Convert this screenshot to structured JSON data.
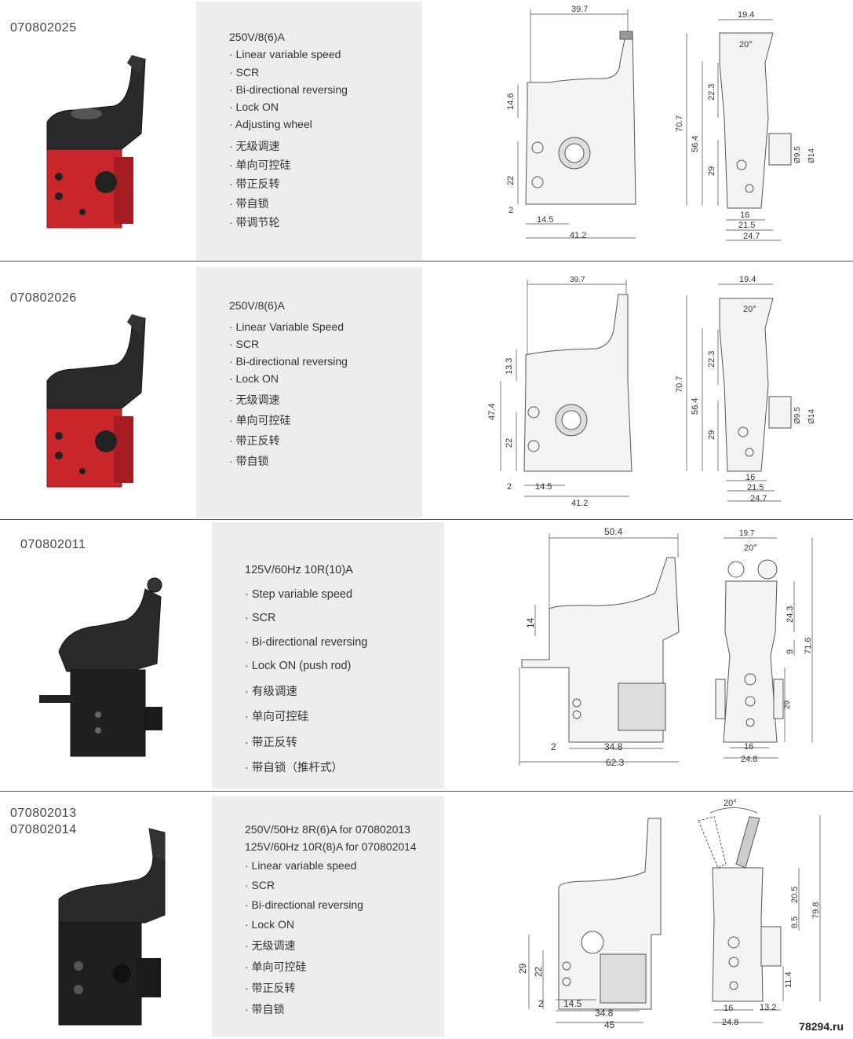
{
  "items": [
    {
      "codes": [
        "070802025"
      ],
      "spec_lines": [
        "250V/8(6)A",
        "· Linear variable speed",
        "· SCR",
        "· Bi-directional reversing",
        "· Lock ON",
        "· Adjusting wheel",
        "· 无级调速",
        "· 单向可控硅",
        "· 带正反转",
        "· 带自锁",
        "· 带调节轮"
      ],
      "body_color": "#c8262b",
      "dims_front": [
        "39.7",
        "14.6",
        "22",
        "2",
        "14.5",
        "41.2"
      ],
      "dims_side": [
        "19.4",
        "20°",
        "22.3",
        "70.7",
        "56.4",
        "29",
        "Ø9.5",
        "Ø14",
        "16",
        "21.5",
        "24.7"
      ]
    },
    {
      "codes": [
        "070802026"
      ],
      "spec_lines": [
        "250V/8(6)A",
        "· Linear Variable Speed",
        "· SCR",
        "· Bi-directional reversing",
        "· Lock ON",
        "· 无级调速",
        "· 单向可控硅",
        "· 带正反转",
        "· 带自锁"
      ],
      "body_color": "#c8262b",
      "dims_front": [
        "39.7",
        "13.3",
        "47.4",
        "22",
        "2",
        "14.5",
        "41.2"
      ],
      "dims_side": [
        "19.4",
        "20°",
        "22.3",
        "70.7",
        "56.4",
        "29",
        "Ø9.5",
        "Ø14",
        "16",
        "21.5",
        "24.7"
      ]
    },
    {
      "codes": [
        "070802011"
      ],
      "spec_lines": [
        "125V/60Hz  10R(10)A",
        "· Step variable speed",
        "· SCR",
        "· Bi-directional reversing",
        "· Lock ON (push rod)",
        "· 有级调速",
        "· 单向可控硅",
        "· 带正反转",
        "· 带自锁（推杆式）"
      ],
      "body_color": "#2a2a2a",
      "dims_front": [
        "50.4",
        "14",
        "2",
        "34.8",
        "62.3"
      ],
      "dims_side": [
        "19.7",
        "20°",
        "24.3",
        "9",
        "71.6",
        "29",
        "16",
        "24.8"
      ]
    },
    {
      "codes": [
        "070802013",
        "070802014"
      ],
      "spec_lines": [
        "250V/50Hz  8R(6)A for 070802013",
        "125V/60Hz  10R(8)A for 070802014",
        "· Linear variable speed",
        "· SCR",
        "· Bi-directional reversing",
        "· Lock ON",
        "· 无级调速",
        "· 单向可控硅",
        "· 带正反转",
        "· 带自锁"
      ],
      "body_color": "#2a2a2a",
      "dims_front": [
        "29",
        "22",
        "2",
        "14.5",
        "34.8",
        "45"
      ],
      "dims_side": [
        "20°",
        "20.5",
        "8.5",
        "79.8",
        "11.4",
        "16",
        "13.2",
        "24.8"
      ]
    }
  ],
  "watermark": "78294.ru"
}
